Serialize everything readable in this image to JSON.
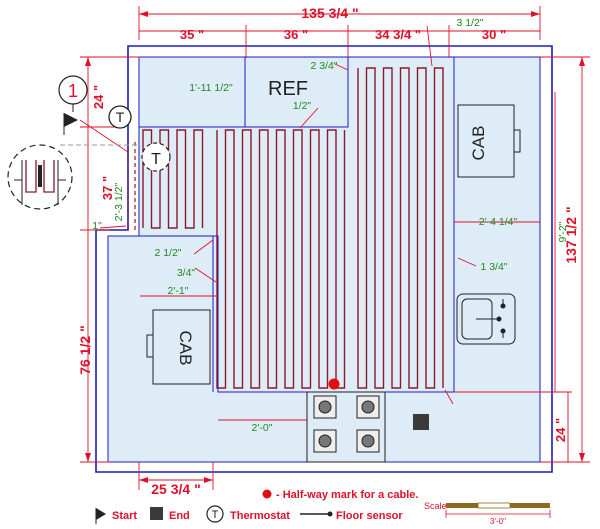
{
  "dimensions": {
    "top_total": "135 3/4 \"",
    "top_a": "35 \"",
    "top_b": "36 \"",
    "top_c": "34 3/4 \"",
    "top_d": "30 \"",
    "top_e": "3 1/2\"",
    "left_top": "24 \"",
    "left_mid": "37 \"",
    "left_bottom": "76 1/2 \"",
    "right_total": "137 1/2 \"",
    "right_bottom": "24 \"",
    "bottom": "25 3/4 \""
  },
  "green_labels": {
    "g1": "1'-11 1/2\"",
    "g2": "2 3/4\"",
    "g3": "1/2\"",
    "g4": "2'-3 1/2\"",
    "g5": "1\"",
    "g6": "2 1/2\"",
    "g7": "3/4\"",
    "g8": "2'-1\"",
    "g9": "2'-4 1/4\"",
    "g10": "1 3/4\"",
    "g11": "9'-2\"",
    "g12": "2'-0\""
  },
  "fixtures": {
    "ref": "REF",
    "cab_top": "CAB",
    "cab_bottom": "CAB"
  },
  "markers": {
    "section": "1",
    "thermostat": "T",
    "detail_thermostat": "T"
  },
  "legend": {
    "halfway": "- Half-way mark for a cable.",
    "start": "Start",
    "end": "End",
    "thermostat_symbol": "T",
    "thermostat": "Thermostat",
    "floor_sensor": "Floor sensor",
    "scale": "Scale",
    "scale_value": "3'-0\""
  },
  "colors": {
    "room_fill": "#deecf7",
    "wall": "#1a1ac8",
    "dimension": "#e0102a",
    "cable": "#8b1a2a",
    "note": "#1c8a1c"
  }
}
